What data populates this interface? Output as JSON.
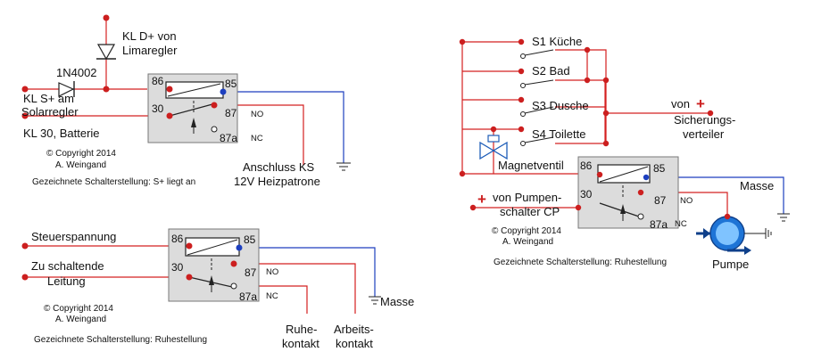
{
  "colors": {
    "wire_red": "#d42020",
    "wire_blue": "#1d3fbf",
    "relay_box": "#dcdcdc",
    "pump": "#1e74d6"
  },
  "top_left": {
    "diode_anode_label": "KL D+ von",
    "diode_anode_label2": "Limaregler",
    "diode_label": "1N4002",
    "input_s_plus": "KL S+ am",
    "input_s_plus2": "Solarregler",
    "input_kl30": "KL 30, Batterie",
    "output_label": "Anschluss KS",
    "output_label2": "12V Heizpatrone",
    "pins": {
      "p86": "86",
      "p85": "85",
      "p30": "30",
      "p87": "87",
      "p87a": "87a",
      "no": "NO",
      "nc": "NC"
    },
    "copyright": "© Copyright 2014",
    "author": "A. Weingand",
    "caption": "Gezeichnete Schalterstellung: S+ liegt an"
  },
  "bottom_left": {
    "control_voltage": "Steuerspannung",
    "switch_line": "Zu schaltende",
    "switch_line2": "Leitung",
    "ground": "Masse",
    "rest_contact": "Ruhe-",
    "rest_contact2": "kontakt",
    "work_contact": "Arbeits-",
    "work_contact2": "kontakt",
    "pins": {
      "p86": "86",
      "p85": "85",
      "p30": "30",
      "p87": "87",
      "p87a": "87a",
      "no": "NO",
      "nc": "NC"
    },
    "copyright": "© Copyright 2014",
    "author": "A. Weingand",
    "caption": "Gezeichnete Schalterstellung: Ruhestellung"
  },
  "right": {
    "switches": [
      "S1 Küche",
      "S2 Bad",
      "S3 Dusche",
      "S4 Toilette"
    ],
    "fuse_from": "von",
    "fuse_label": "Sicherungs-",
    "fuse_label2": "verteiler",
    "valve": "Magnetventil",
    "ground": "Masse",
    "pump_from": "von Pumpen-",
    "pump_from2": "schalter CP",
    "pump": "Pumpe",
    "plus_sign": "+",
    "pins": {
      "p86": "86",
      "p85": "85",
      "p30": "30",
      "p87": "87",
      "p87a": "87a",
      "no": "NO",
      "nc": "NC"
    },
    "copyright": "© Copyright 2014",
    "author": "A. Weingand",
    "caption": "Gezeichnete Schalterstellung: Ruhestellung"
  }
}
